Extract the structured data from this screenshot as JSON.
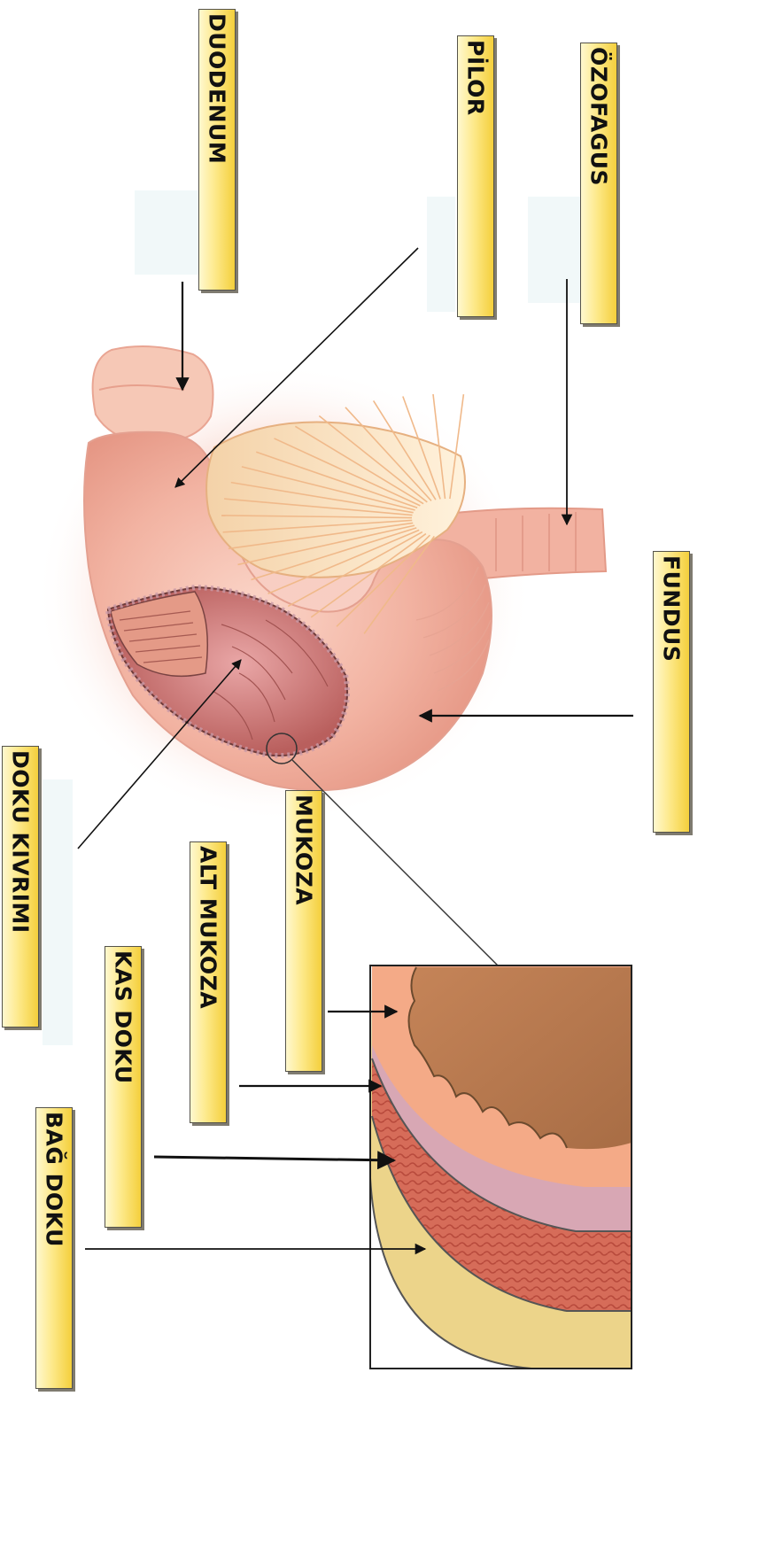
{
  "diagram": {
    "labels": {
      "duodenum": "DUODENUM",
      "pilor": "PİLOR",
      "ozofagus": "ÖZOFAGUS",
      "fundus": "FUNDUS",
      "doku_kivrimi": "DOKU KIVRIMI",
      "mukoza": "MUKOZA",
      "alt_mukoza": "ALT MUKOZA",
      "kas_doku": "KAS DOKU",
      "bag_doku": "BAĞ DOKU"
    },
    "colors": {
      "label_fill": "#fde98a",
      "stomach": "#f3b7a6",
      "mucosa_inner": "#b57a4f",
      "submucosa": "#d9a9b5",
      "muscle": "#d86c5a",
      "connective": "#ecd48a"
    }
  }
}
